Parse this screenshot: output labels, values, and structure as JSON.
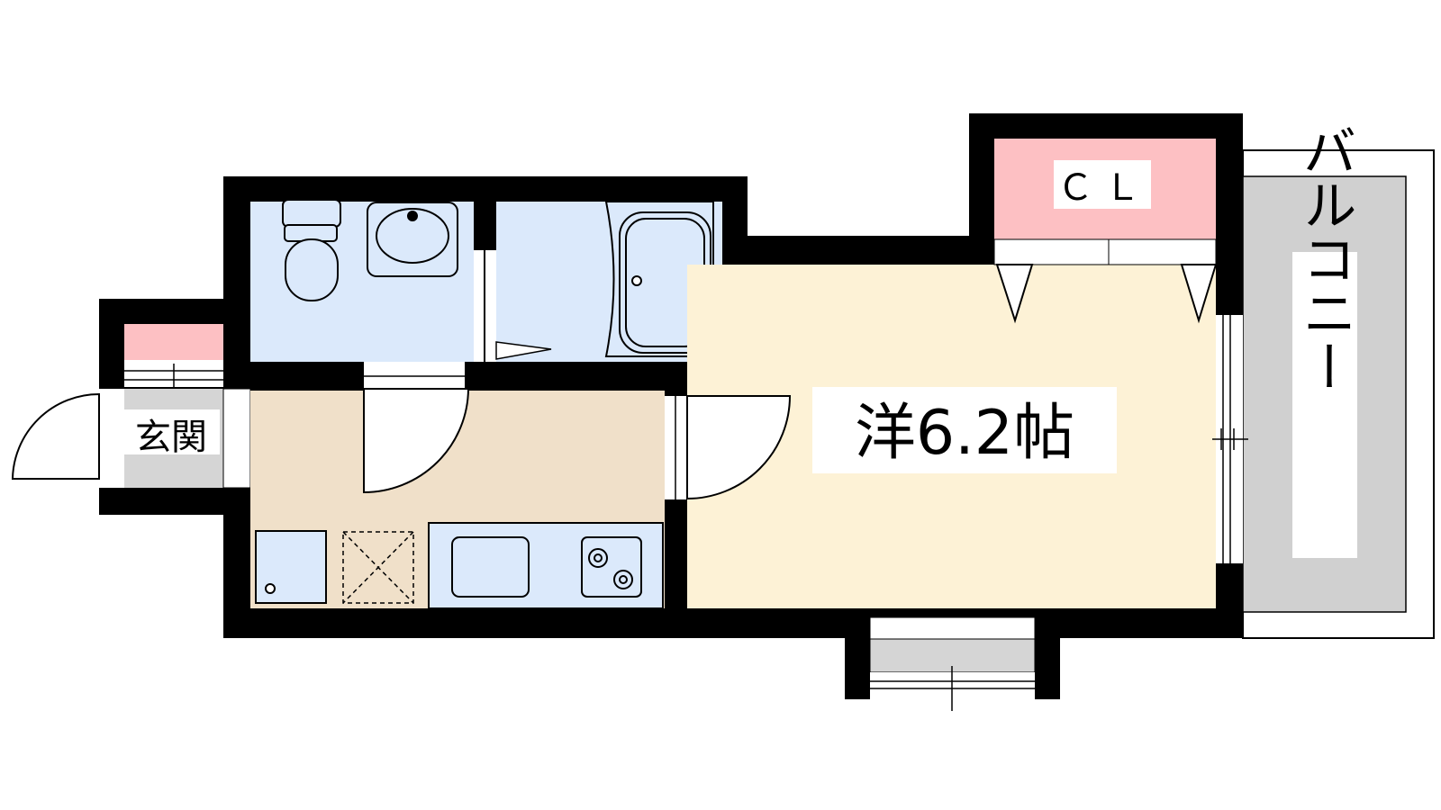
{
  "labels": {
    "main_room": "洋6.2帖",
    "entrance": "玄関",
    "closet": "ＣＬ",
    "balcony": "バルコニー"
  },
  "colors": {
    "wall": "#000000",
    "main_room": "#fdf2d6",
    "kitchen_floor": "#f0e0c9",
    "wet_area": "#dbe9fb",
    "closet": "#fdc0c3",
    "balcony": "#d0d0d0",
    "entrance_step": "#d5d5d5"
  }
}
